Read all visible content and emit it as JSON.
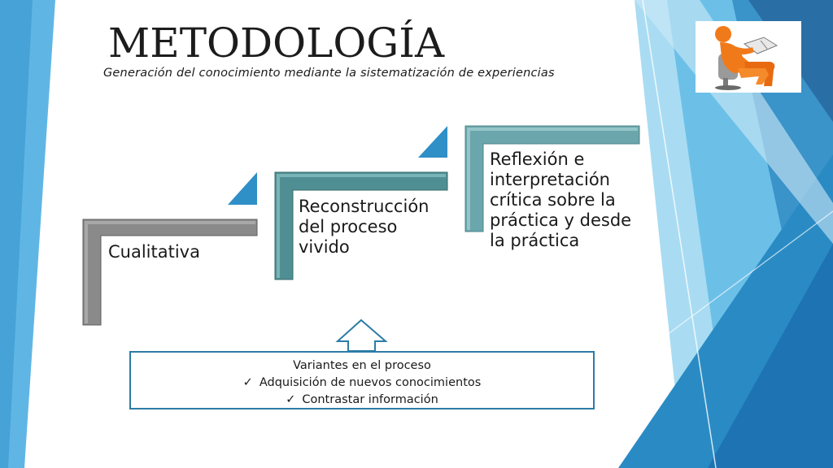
{
  "slide": {
    "title": "METODOLOGÍA",
    "subtitle": "Generación del conocimiento mediante la sistematización de experiencias"
  },
  "steps": [
    {
      "label": "Cualitativa"
    },
    {
      "label": "Reconstrucción del proceso vivido"
    },
    {
      "label": "Reflexión e interpretación crítica sobre la práctica y desde la práctica"
    }
  ],
  "variants": {
    "heading": "Variantes en el proceso",
    "items": [
      {
        "icon": "check-icon",
        "label": "Adquisición de nuevos conocimientos"
      },
      {
        "icon": "check-icon",
        "label": "Contrastar información"
      }
    ]
  },
  "colors": {
    "step1": "#8a8a8a",
    "step2": "#4f8f93",
    "step3": "#6aa6ab",
    "arrow_tip": "#2f8fc7",
    "accent_blue": "#2c7ca5",
    "panel_light": "#8fd0ee",
    "panel_dark": "#1f6aa8"
  },
  "icons": {
    "logo": "person-reading-book-icon",
    "up_arrow": "up-arrow-icon"
  }
}
